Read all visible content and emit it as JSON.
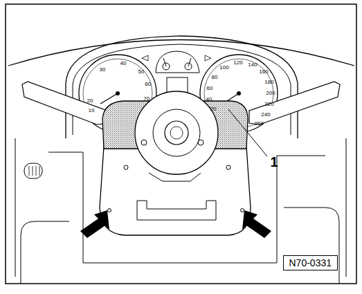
{
  "diagram": {
    "nodes": [
      {
        "text": [
          "N70-0331"
        ]
      }
    ],
    "labels": [
      "1",
      "10",
      "20",
      "30",
      "40",
      "50",
      "60",
      "70",
      "20",
      "40",
      "60",
      "80",
      "100",
      "120",
      "140",
      "160",
      "180",
      "200",
      "220",
      "240",
      "260"
    ]
  }
}
